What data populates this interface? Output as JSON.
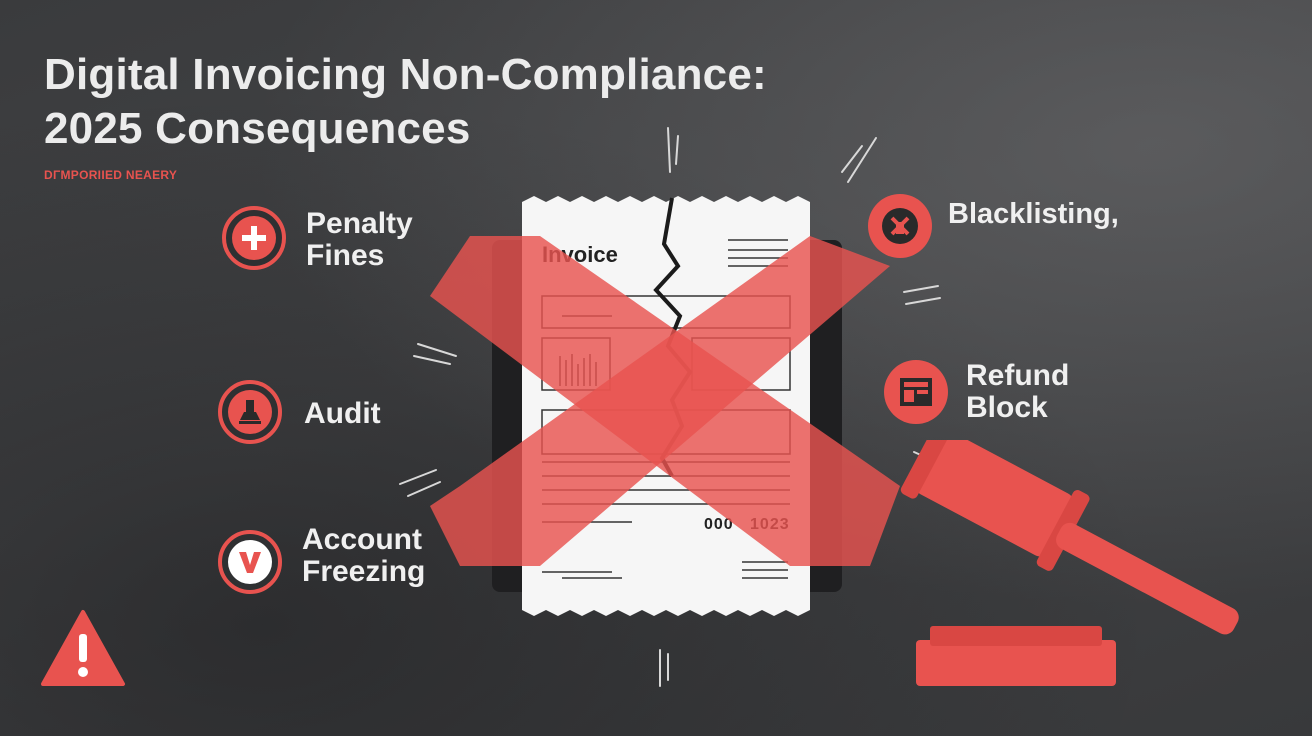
{
  "header": {
    "title_line1": "Digital Invoicing Non-Compliance:",
    "title_line2": "2025 Consequences",
    "subtitle": "DΓMPORIIED NEAERY"
  },
  "consequences": {
    "penalty": "Penalty\nFines",
    "audit": "Audit",
    "freezing": "Account\nFreezing",
    "blacklisting": "Blacklisting,",
    "refund": "Refund\nBlock"
  },
  "invoice": {
    "title": "Invoice",
    "number": "000   1023"
  },
  "colors": {
    "accent": "#e8534f",
    "background": "#3d3e40",
    "text": "#f0f0f0"
  },
  "icons": [
    "plus-icon",
    "audit-stamp-icon",
    "check-v-icon",
    "warning-triangle-icon",
    "blacklist-icon",
    "refund-block-icon",
    "gavel-icon"
  ]
}
